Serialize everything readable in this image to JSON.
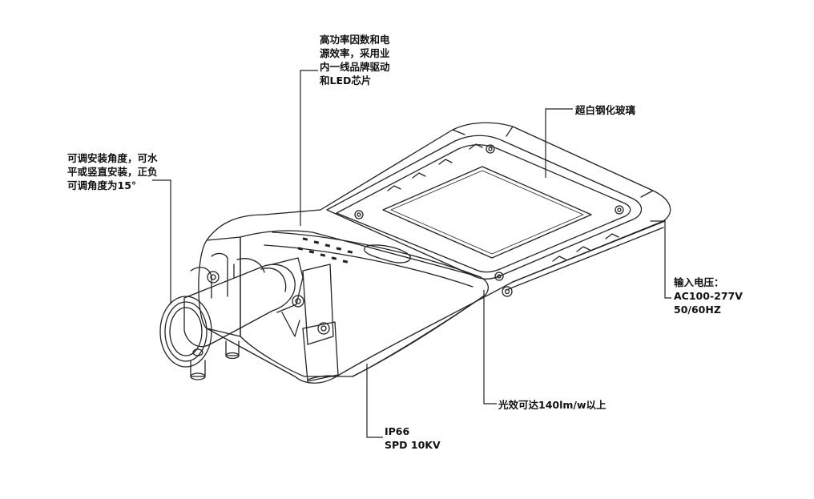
{
  "annotations": {
    "driver": {
      "lines": [
        "高功率因数和电",
        "源效率，采用业",
        "内一线品牌驱动",
        "和LED芯片"
      ]
    },
    "angle": {
      "lines": [
        "可调安装角度，可水",
        "平或竖直安装，正负",
        "可调角度为15°"
      ]
    },
    "glass": {
      "lines": [
        "超白钢化玻璃"
      ]
    },
    "voltage": {
      "lines": [
        "输入电压：",
        "AC100-277V",
        "50/60HZ"
      ]
    },
    "efficacy": {
      "lines": [
        "光效可达140lm/w以上"
      ]
    },
    "ip": {
      "lines": [
        "IP66",
        "SPD 10KV"
      ]
    }
  },
  "colors": {
    "line": "#222222",
    "text": "#111111",
    "background": "#ffffff"
  }
}
